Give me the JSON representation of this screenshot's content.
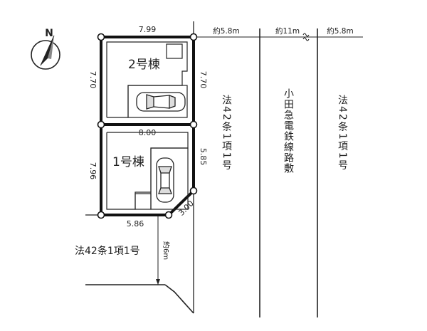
{
  "compass": {
    "label": "N",
    "icon": "north-arrow-icon"
  },
  "dimensions": {
    "top": "7.99",
    "left_upper": "7.70",
    "right_upper": "7.70",
    "middle": "8.00",
    "left_lower": "7.96",
    "right_lower": "5.85",
    "corner_cut": "3.00",
    "bottom": "5.86"
  },
  "buildings": {
    "house_2": "2号棟",
    "house_1": "1号棟"
  },
  "widths": {
    "road_east": "約5.8m",
    "railway": "約11m",
    "road_far": "約5.8m",
    "road_south": "約6m"
  },
  "vertical_labels": {
    "road_east_law": "法42条1項1号",
    "railway_name": "小田急電鉄線路敷",
    "road_far_law": "法42条1項1号"
  },
  "road_south_law": "法42条1項1号",
  "colors": {
    "line": "#222222",
    "lot": "#111111"
  }
}
